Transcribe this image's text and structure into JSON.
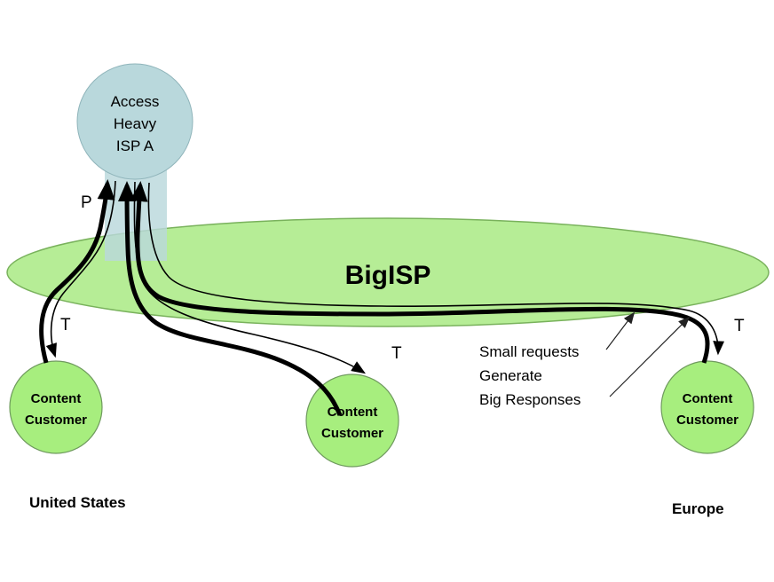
{
  "diagram": {
    "access_isp": {
      "line1": "Access",
      "line2": "Heavy",
      "line3": "ISP A"
    },
    "big_isp": {
      "label": "BigISP"
    },
    "customers": {
      "left": {
        "line1": "Content",
        "line2": "Customer"
      },
      "middle": {
        "line1": "Content",
        "line2": "Customer"
      },
      "right": {
        "line1": "Content",
        "line2": "Customer"
      }
    },
    "edge_labels": {
      "peering": "P",
      "transit_left": "T",
      "transit_middle": "T",
      "transit_right": "T"
    },
    "annotation": {
      "line1": "Small requests",
      "line2": "Generate",
      "line3": "Big Responses"
    },
    "regions": {
      "left": "United States",
      "right": "Europe"
    },
    "colors": {
      "access_isp_fill": "#b9d8dc",
      "big_isp_fill": "#b6ed96",
      "big_isp_stroke": "#79b25c",
      "customer_fill": "#a7ee7e",
      "customer_stroke": "#6f9a5e",
      "flow_color": "#000000"
    }
  }
}
